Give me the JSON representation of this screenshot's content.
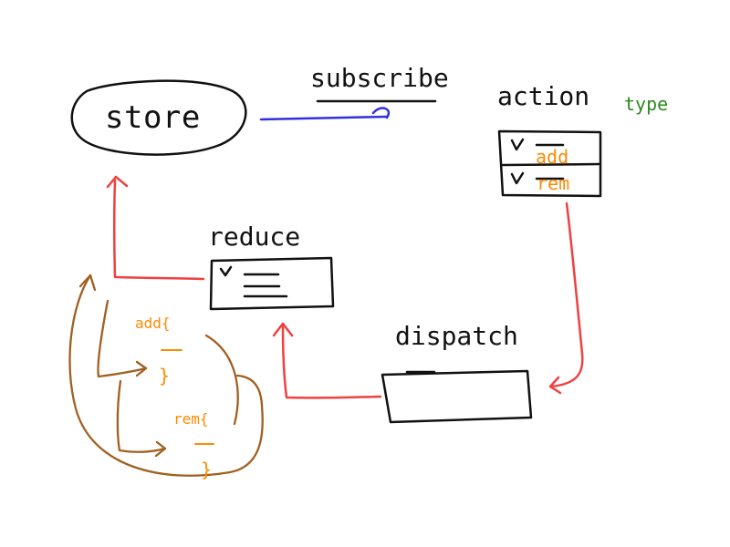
{
  "labels": {
    "store": "store",
    "subscribe": "subscribe",
    "action": "action",
    "type": "type",
    "action_item_add": "add",
    "action_item_rem": "rem",
    "reduce": "reduce",
    "dispatch": "dispatch",
    "add_brace": "add{",
    "close_brace_1": "}",
    "rem_brace": "rem{",
    "close_brace_2": "}"
  },
  "colors": {
    "ink": "#111111",
    "flow_red": "#f04040",
    "subscribe_blue": "#3030e0",
    "type_green": "#2e8b1e",
    "code_orange": "#ff8a00",
    "code_brown": "#a06020"
  }
}
